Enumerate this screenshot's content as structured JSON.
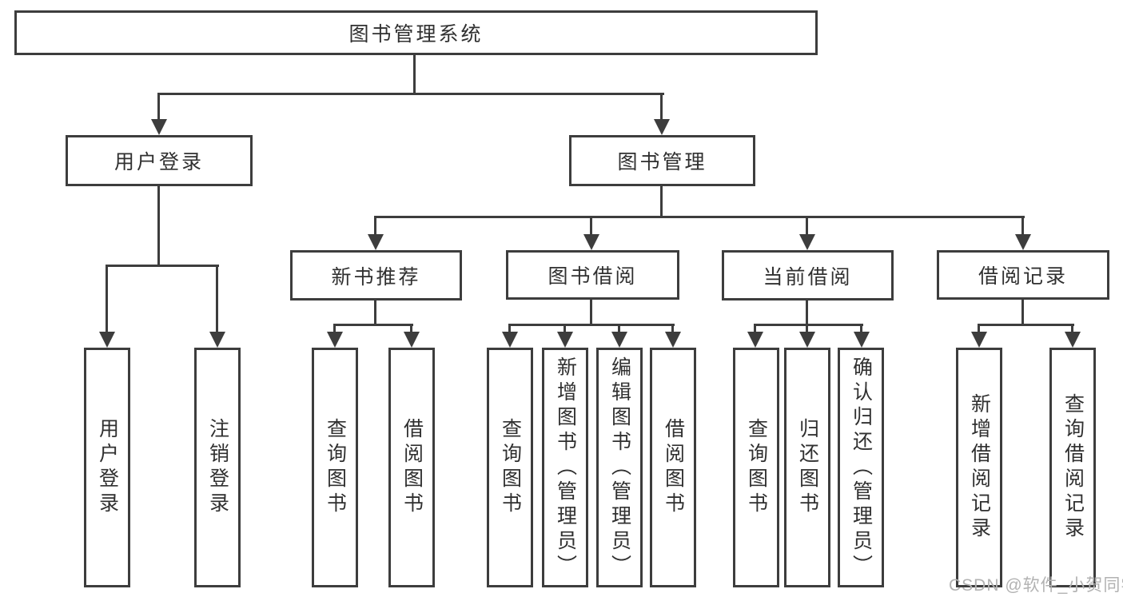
{
  "diagram_title": "图书管理系统",
  "nodes": {
    "root": "图书管理系统",
    "user_login": "用户登录",
    "book_management": "图书管理",
    "new_book_recommend": "新书推荐",
    "book_borrowing": "图书借阅",
    "current_borrowing": "当前借阅",
    "borrowing_records": "借阅记录",
    "leaf_user_login": "用户登录",
    "leaf_logout": "注销登录",
    "rec_query_book": "查询图书",
    "rec_borrow_book": "借阅图书",
    "bb_query_book": "查询图书",
    "bb_add_book_admin": "新增图书（管理员）",
    "bb_edit_book_admin": "编辑图书（管理员）",
    "bb_borrow_book": "借阅图书",
    "cb_query_book": "查询图书",
    "cb_return_book": "归还图书",
    "cb_confirm_return_admin": "确认归还（管理员）",
    "br_add_record": "新增借阅记录",
    "br_query_record": "查询借阅记录"
  },
  "structure": {
    "图书管理系统": [
      "用户登录",
      "图书管理"
    ],
    "用户登录": [
      "用户登录",
      "注销登录"
    ],
    "图书管理": [
      "新书推荐",
      "图书借阅",
      "当前借阅",
      "借阅记录"
    ],
    "新书推荐": [
      "查询图书",
      "借阅图书"
    ],
    "图书借阅": [
      "查询图书",
      "新增图书（管理员）",
      "编辑图书（管理员）",
      "借阅图书"
    ],
    "当前借阅": [
      "查询图书",
      "归还图书",
      "确认归还（管理员）"
    ],
    "借阅记录": [
      "新增借阅记录",
      "查询借阅记录"
    ]
  },
  "watermark": "CSDN @软件_小贺同学",
  "colors": {
    "line": "#3d3d3d",
    "text": "#303030",
    "watermark": "#b2b2b2",
    "background": "#ffffff"
  }
}
